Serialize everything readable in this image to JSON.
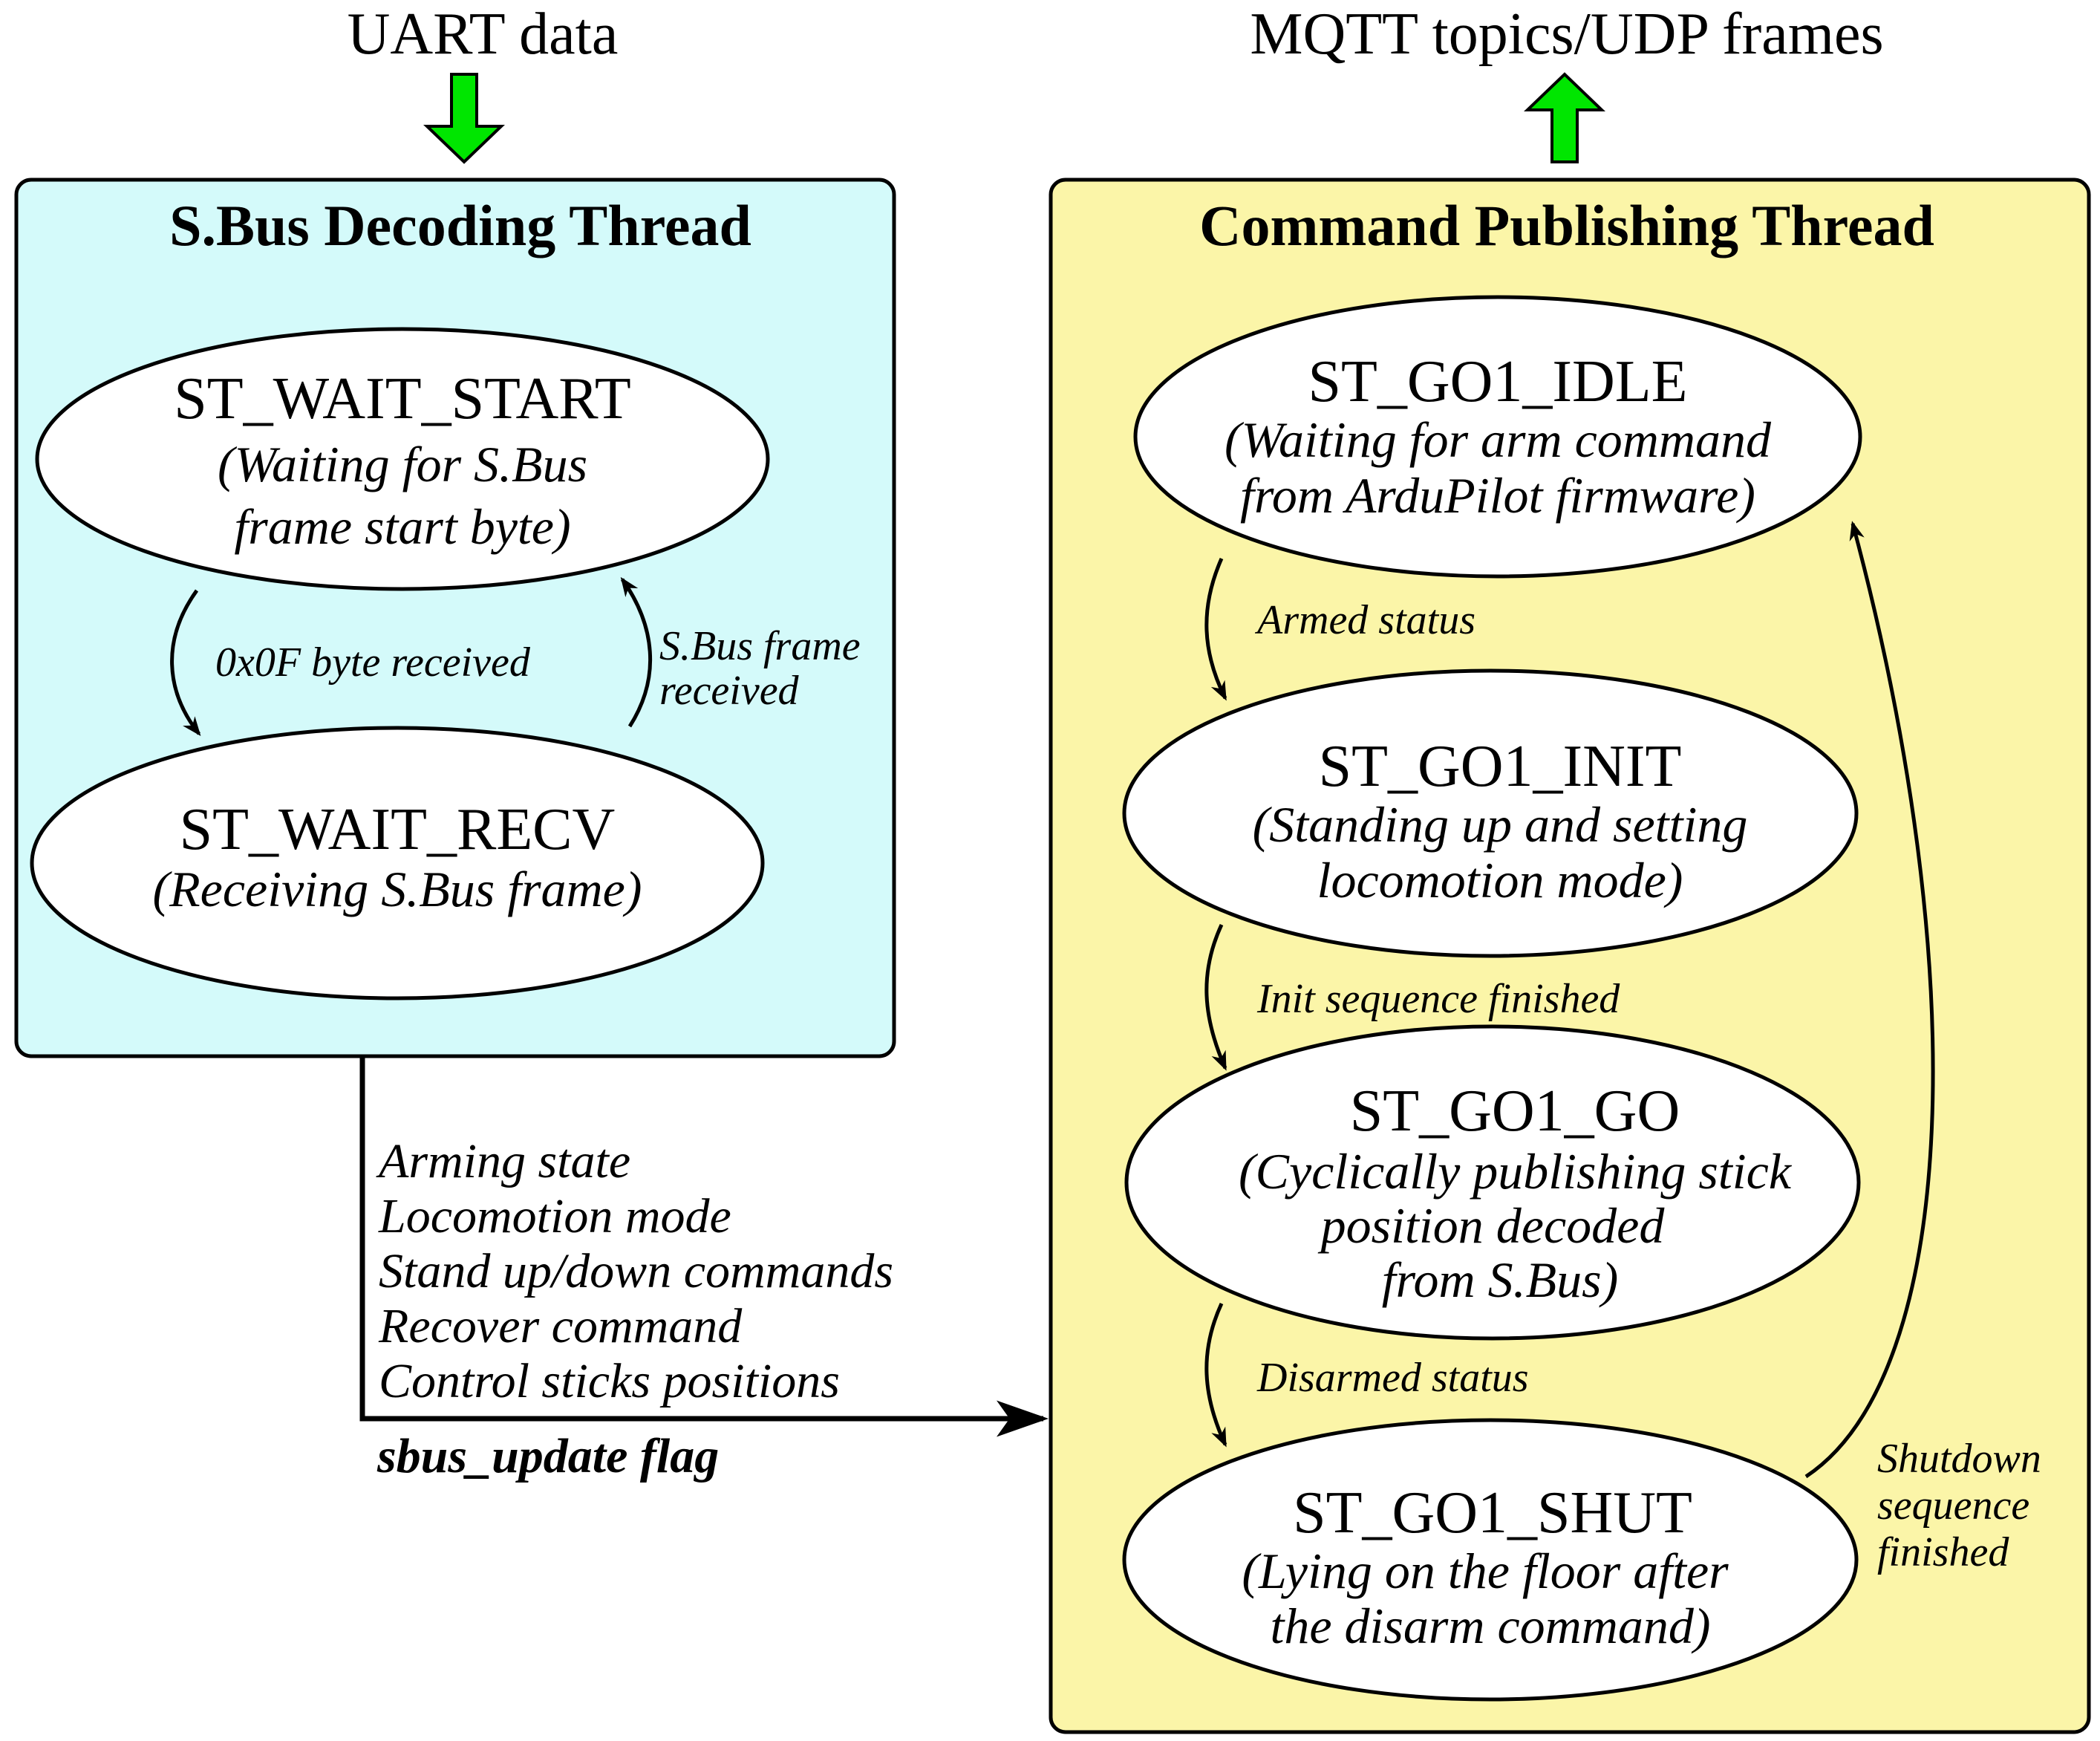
{
  "io": {
    "input_label": "UART data",
    "output_label": "MQTT topics/UDP frames"
  },
  "colors": {
    "left_panel_fill": "#d4fafa",
    "right_panel_fill": "#fbf5a8",
    "arrow_fill": "#00e600",
    "stroke": "#000000"
  },
  "left_panel": {
    "title": "S.Bus Decoding Thread",
    "states": [
      {
        "name": "ST_WAIT_START",
        "desc": [
          "(Waiting for S.Bus",
          "frame start byte)"
        ]
      },
      {
        "name": "ST_WAIT_RECV",
        "desc": [
          "(Receiving S.Bus frame)"
        ]
      }
    ],
    "transitions": [
      {
        "label": [
          "0x0F byte received"
        ]
      },
      {
        "label": [
          "S.Bus frame",
          "received"
        ]
      }
    ]
  },
  "right_panel": {
    "title": "Command Publishing Thread",
    "states": [
      {
        "name": "ST_GO1_IDLE",
        "desc": [
          "(Waiting for arm command",
          "from ArduPilot firmware)"
        ]
      },
      {
        "name": "ST_GO1_INIT",
        "desc": [
          "(Standing up and setting",
          "locomotion mode)"
        ]
      },
      {
        "name": "ST_GO1_GO",
        "desc": [
          "(Cyclically publishing stick",
          "position decoded",
          "from S.Bus)"
        ]
      },
      {
        "name": "ST_GO1_SHUT",
        "desc": [
          "(Lying on the floor after",
          "the disarm command)"
        ]
      }
    ],
    "transitions": [
      {
        "label": [
          "Armed status"
        ]
      },
      {
        "label": [
          "Init sequence finished"
        ]
      },
      {
        "label": [
          "Disarmed status"
        ]
      },
      {
        "label": [
          "Shutdown",
          "sequence",
          "finished"
        ]
      }
    ]
  },
  "shared_data": {
    "items": [
      "Arming state",
      "Locomotion mode",
      "Stand up/down commands",
      "Recover command",
      "Control sticks positions"
    ],
    "flag": "sbus_update flag"
  }
}
